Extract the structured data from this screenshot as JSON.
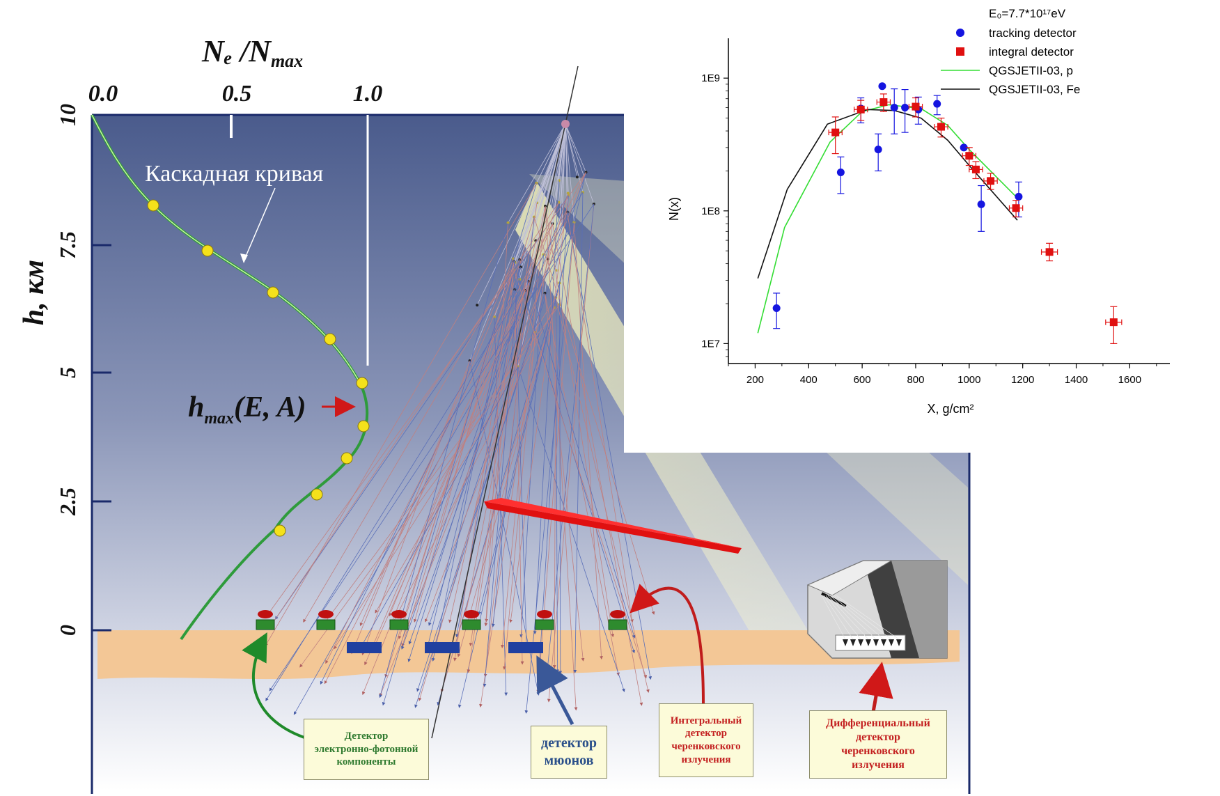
{
  "diagram": {
    "top_axis_title": "Nₑ /N",
    "top_axis_title_sub": "max",
    "top_ticks": [
      "0.0",
      "0.5",
      "1.0"
    ],
    "left_axis_title": "h, км",
    "left_ticks": [
      "10",
      "7.5",
      "5",
      "2.5",
      "0"
    ],
    "curve_label": "Каскадная кривая",
    "hmax_label": "h",
    "hmax_sub": "max",
    "hmax_args": "(E, A)",
    "boxes": {
      "electron_photon": [
        "Детектор",
        "электронно-фотонной",
        "компоненты"
      ],
      "muon": [
        "детектор",
        "мюонов"
      ],
      "integral": [
        "Интегральный",
        "детектор",
        "черенковского",
        "излучения"
      ],
      "differential": [
        "Дифференциальный",
        "детектор",
        "черенковского",
        "излучения"
      ]
    },
    "colors": {
      "sky_top": "#4a5b8c",
      "sky_bottom": "#ffffff",
      "ground": "#f3c796",
      "curve": "#2e9b3b",
      "curve_points": "#f4e11b",
      "red_arrow": "#d01818",
      "green_arrow": "#1f8a2a",
      "blue_arrow": "#3a5898",
      "ep_box_text": "#2f7a2f",
      "muon_box_text": "#2a4f8a",
      "cher_box_text": "#c32020"
    }
  },
  "chart_data": {
    "type": "scatter",
    "title": "",
    "xlabel": "X, g/cm²",
    "ylabel": "N(x)",
    "xlim": [
      100,
      1750
    ],
    "ylim_log10": [
      6.85,
      9.3
    ],
    "x_ticks": [
      "200",
      "400",
      "600",
      "800",
      "1000",
      "1200",
      "1400",
      "1600"
    ],
    "y_ticks": [
      "1E7",
      "1E8",
      "1E9"
    ],
    "log_y": true,
    "grid": false,
    "legend_title": "E₀=7.7*10¹⁷eV",
    "legend_placement": "top-right",
    "series": [
      {
        "name": "tracking detector",
        "marker": "circle",
        "color": "#1515e0",
        "points": [
          {
            "x": 280,
            "y": 18500000.0,
            "ylo": 13000000.0,
            "yhi": 24000000.0
          },
          {
            "x": 520,
            "y": 195000000.0,
            "ylo": 135000000.0,
            "yhi": 255000000.0
          },
          {
            "x": 595,
            "y": 590000000.0,
            "ylo": 460000000.0,
            "yhi": 710000000.0
          },
          {
            "x": 660,
            "y": 290000000.0,
            "ylo": 200000000.0,
            "yhi": 380000000.0
          },
          {
            "x": 675,
            "y": 870000000.0,
            "ylo": 870000000.0,
            "yhi": 870000000.0
          },
          {
            "x": 720,
            "y": 600000000.0,
            "ylo": 380000000.0,
            "yhi": 830000000.0
          },
          {
            "x": 760,
            "y": 600000000.0,
            "ylo": 390000000.0,
            "yhi": 820000000.0
          },
          {
            "x": 810,
            "y": 580000000.0,
            "ylo": 450000000.0,
            "yhi": 720000000.0
          },
          {
            "x": 880,
            "y": 640000000.0,
            "ylo": 530000000.0,
            "yhi": 740000000.0
          },
          {
            "x": 980,
            "y": 300000000.0,
            "ylo": 300000000.0,
            "yhi": 300000000.0
          },
          {
            "x": 1045,
            "y": 112000000.0,
            "ylo": 70000000.0,
            "yhi": 155000000.0
          },
          {
            "x": 1185,
            "y": 128000000.0,
            "ylo": 90000000.0,
            "yhi": 165000000.0
          }
        ]
      },
      {
        "name": "integral detector",
        "marker": "square",
        "color": "#e01010",
        "points": [
          {
            "x": 500,
            "y": 390000000.0,
            "ylo": 270000000.0,
            "yhi": 510000000.0,
            "xerr": 25
          },
          {
            "x": 595,
            "y": 580000000.0,
            "ylo": 480000000.0,
            "yhi": 680000000.0,
            "xerr": 25
          },
          {
            "x": 680,
            "y": 660000000.0,
            "ylo": 560000000.0,
            "yhi": 760000000.0,
            "xerr": 25
          },
          {
            "x": 800,
            "y": 610000000.0,
            "ylo": 510000000.0,
            "yhi": 710000000.0,
            "xerr": 25
          },
          {
            "x": 895,
            "y": 430000000.0,
            "ylo": 360000000.0,
            "yhi": 500000000.0,
            "xerr": 25
          },
          {
            "x": 1000,
            "y": 260000000.0,
            "ylo": 220000000.0,
            "yhi": 300000000.0,
            "xerr": 25
          },
          {
            "x": 1025,
            "y": 205000000.0,
            "ylo": 175000000.0,
            "yhi": 235000000.0,
            "xerr": 25
          },
          {
            "x": 1080,
            "y": 168000000.0,
            "ylo": 145000000.0,
            "yhi": 192000000.0,
            "xerr": 25
          },
          {
            "x": 1175,
            "y": 105000000.0,
            "ylo": 90000000.0,
            "yhi": 120000000.0,
            "xerr": 25
          },
          {
            "x": 1300,
            "y": 49000000.0,
            "ylo": 42000000.0,
            "yhi": 57000000.0,
            "xerr": 30
          },
          {
            "x": 1540,
            "y": 14500000.0,
            "ylo": 10000000.0,
            "yhi": 19000000.0,
            "xerr": 30
          }
        ]
      },
      {
        "name": "QGSJETII-03, p",
        "type": "line",
        "color": "#33dd33",
        "x": [
          210,
          310,
          480,
          600,
          700,
          820,
          920,
          1000,
          1180
        ],
        "y": [
          12000000.0,
          75000000.0,
          330000000.0,
          560000000.0,
          630000000.0,
          590000000.0,
          440000000.0,
          290000000.0,
          125000000.0
        ]
      },
      {
        "name": "QGSJETII-03, Fe",
        "type": "line",
        "color": "#111111",
        "x": [
          210,
          320,
          470,
          620,
          720,
          820,
          920,
          1000,
          1180
        ],
        "y": [
          31000000.0,
          145000000.0,
          450000000.0,
          580000000.0,
          570000000.0,
          500000000.0,
          340000000.0,
          220000000.0,
          85000000.0
        ]
      }
    ]
  }
}
